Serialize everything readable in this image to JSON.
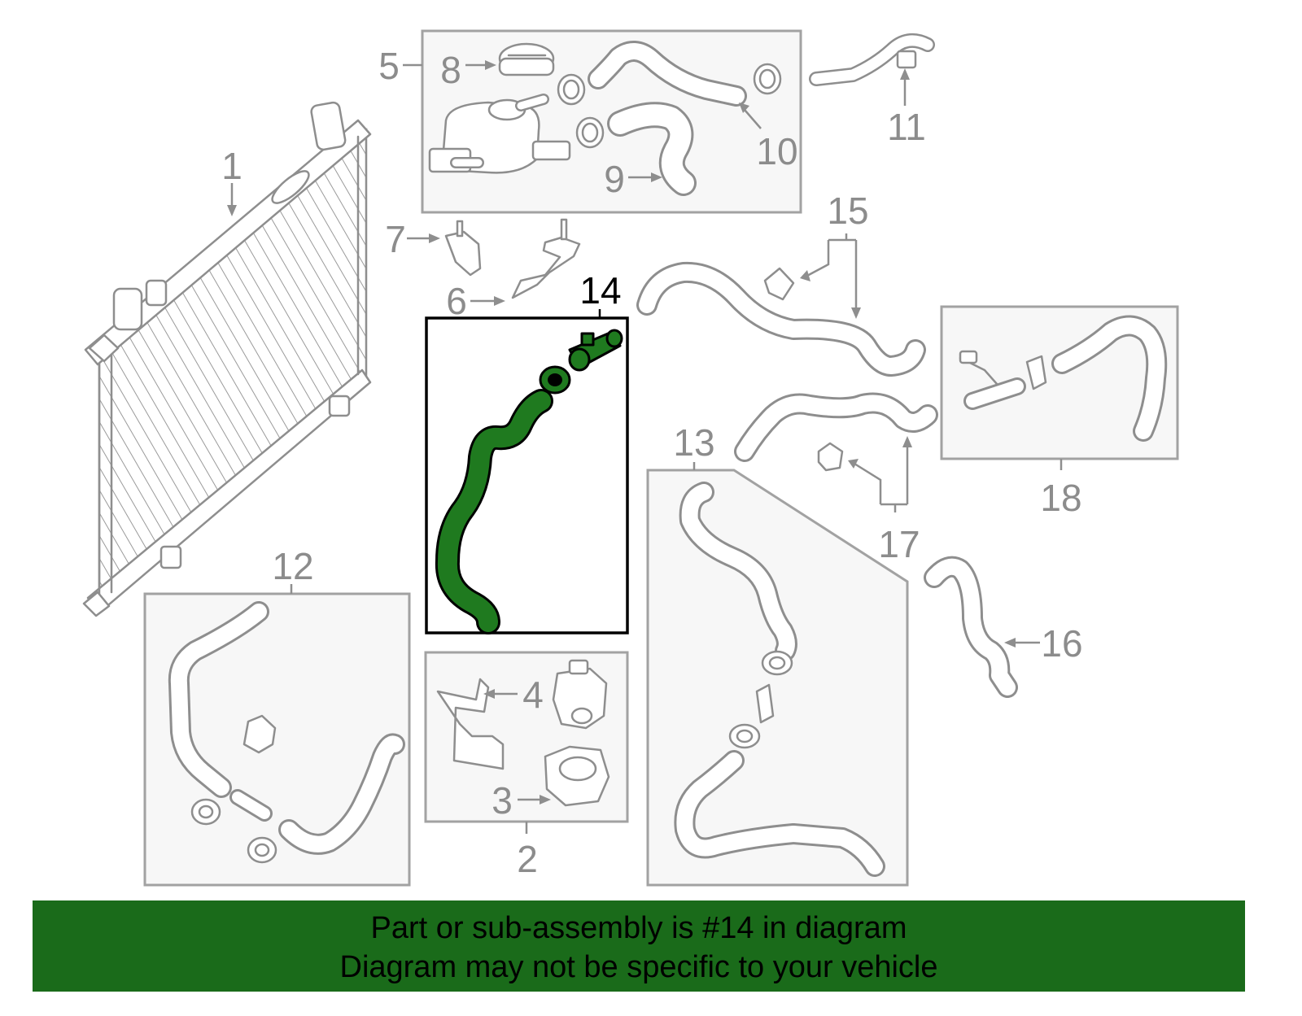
{
  "diagram": {
    "callouts": [
      "1",
      "2",
      "3",
      "4",
      "5",
      "6",
      "7",
      "8",
      "9",
      "10",
      "11",
      "12",
      "13",
      "14",
      "15",
      "16",
      "17",
      "18"
    ],
    "highlighted_callout": "14"
  },
  "banner": {
    "line1": "Part or sub-assembly is #14 in diagram",
    "line2": "Diagram may not be specific to your vehicle"
  },
  "colors": {
    "highlight_part": "#1f7a1f",
    "banner_background": "#1a6b1a",
    "parts_outline": "#8e8e8e"
  }
}
